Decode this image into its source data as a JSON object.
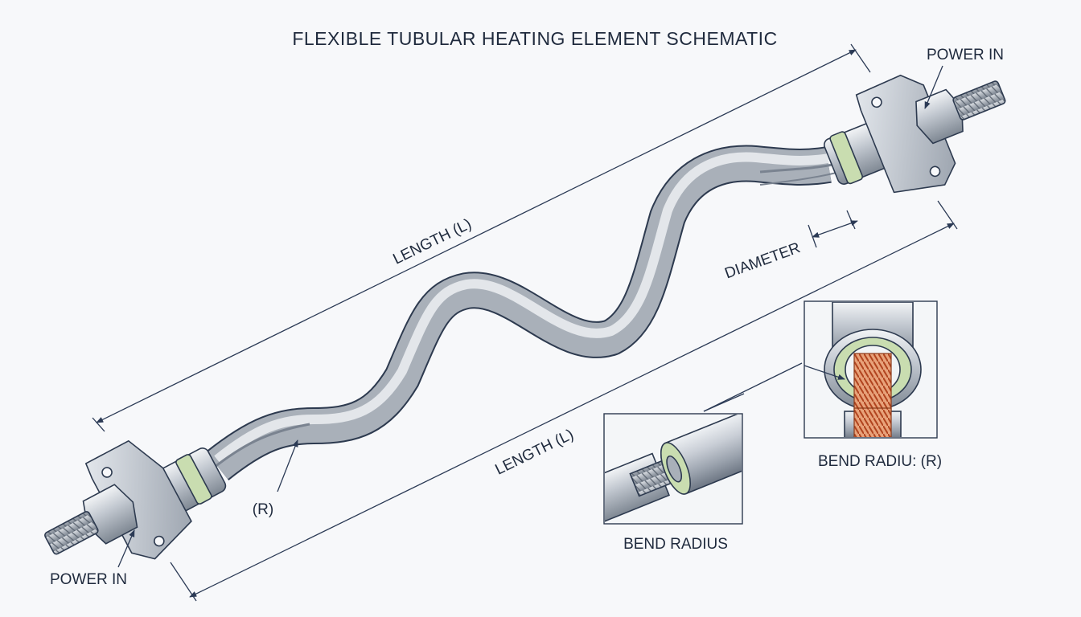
{
  "title": "FLEXIBLE TUBULAR HEATING ELEMENT SCHEMATIC",
  "labels": {
    "power_in_right": "POWER IN",
    "power_in_left": "POWER IN",
    "length_upper": "LENGTH (L)",
    "length_lower": "LENGTH (L)",
    "diameter": "DIAMETER",
    "radius_marker": "(R)",
    "bend_radius": "BEND RADIUS",
    "bend_radius_r": "BEND RADIU: (R)"
  },
  "colors": {
    "background": "#f7f8fa",
    "steel": "#b9bfc7",
    "ink": "#2d3a4f",
    "insulator_band": "#c9ddb0",
    "heating_coil": "#c8643c"
  }
}
